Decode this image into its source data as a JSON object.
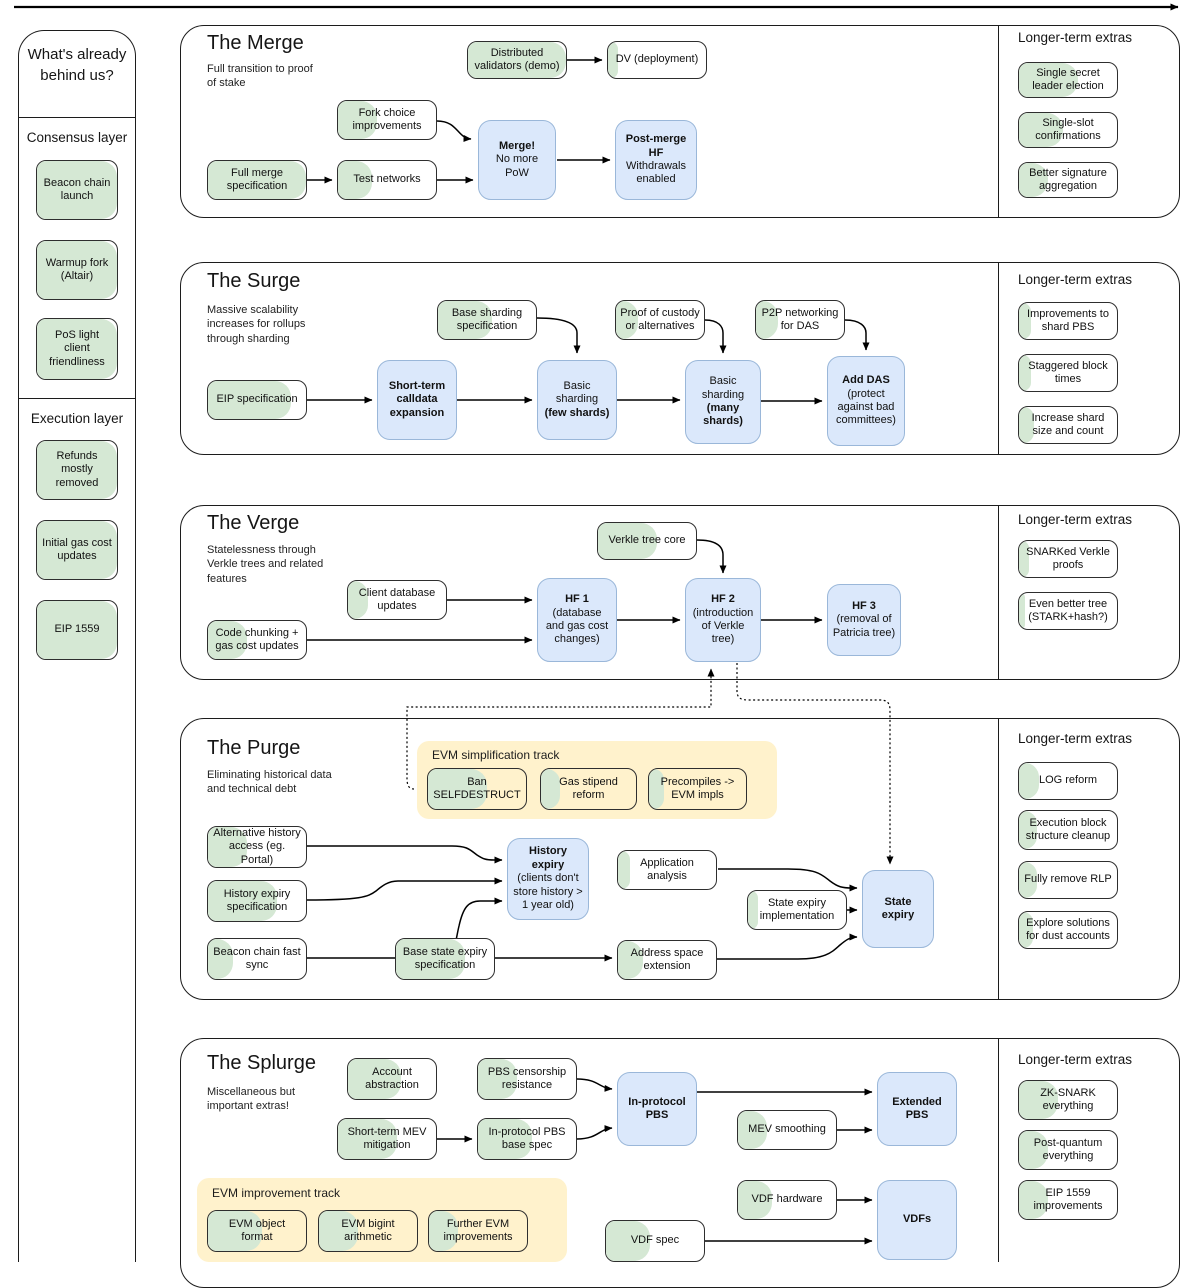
{
  "palette": {
    "green": "#d5e8d4",
    "blue": "#dbe8fb",
    "blue_border": "#9ab7d9",
    "yellow": "#fff2cc",
    "line": "#000000"
  },
  "extras_title": "Longer-term extras",
  "sidebar": {
    "title": "What's already behind us?",
    "consensus_label": "Consensus layer",
    "consensus_items": [
      {
        "label": "Beacon chain launch",
        "progress": 100
      },
      {
        "label": "Warmup fork (Altair)",
        "progress": 100
      },
      {
        "label": "PoS light client friendliness",
        "progress": 100
      }
    ],
    "execution_label": "Execution layer",
    "execution_items": [
      {
        "label": "Refunds mostly removed",
        "progress": 100
      },
      {
        "label": "Initial gas cost updates",
        "progress": 100
      },
      {
        "label": "EIP 1559",
        "progress": 100
      }
    ]
  },
  "merge": {
    "title": "The Merge",
    "subtitle": "Full transition to proof of stake",
    "nodes": {
      "distributed_validators": {
        "label": "Distributed validators (demo)",
        "progress": 100
      },
      "dv_deployment": {
        "label": "DV (deployment)",
        "progress": 10
      },
      "fork_choice": {
        "label": "Fork choice improvements",
        "progress": 40
      },
      "full_merge_spec": {
        "label": "Full merge specification",
        "progress": 100
      },
      "test_networks": {
        "label": "Test networks",
        "progress": 35
      }
    },
    "milestones": {
      "merge": {
        "title": "Merge!",
        "sub": "No more PoW"
      },
      "post_merge_hf": {
        "title": "Post-merge HF",
        "sub": "Withdrawals enabled"
      }
    },
    "extras": [
      {
        "label": "Single secret leader election",
        "progress": 60
      },
      {
        "label": "Single-slot confirmations",
        "progress": 45
      },
      {
        "label": "Better signature aggregation",
        "progress": 30
      }
    ]
  },
  "surge": {
    "title": "The Surge",
    "subtitle": "Massive scalability increases for rollups through sharding",
    "nodes": {
      "eip_spec": {
        "label": "EIP specification",
        "progress": 85
      },
      "base_sharding_spec": {
        "label": "Base sharding specification",
        "progress": 55
      },
      "proof_custody": {
        "label": "Proof of custody or alternatives",
        "progress": 25
      },
      "p2p_das": {
        "label": "P2P networking for DAS",
        "progress": 25
      }
    },
    "milestones": {
      "calldata": {
        "title": "Short-term calldata expansion"
      },
      "few_shards": {
        "pre": "Basic sharding",
        "title": "(few shards)"
      },
      "many_shards": {
        "pre": "Basic sharding",
        "title": "(many shards)"
      },
      "add_das": {
        "title": "Add DAS",
        "sub": "(protect against bad committees)"
      }
    },
    "extras": [
      {
        "label": "Improvements to shard PBS",
        "progress": 12
      },
      {
        "label": "Staggered block times",
        "progress": 12
      },
      {
        "label": "Increase shard size and count",
        "progress": 15
      }
    ]
  },
  "verge": {
    "title": "The Verge",
    "subtitle": "Statelessness through Verkle trees and related features",
    "nodes": {
      "verkle_core": {
        "label": "Verkle tree core",
        "progress": 60
      },
      "client_db": {
        "label": "Client database updates",
        "progress": 20
      },
      "code_chunking": {
        "label": "Code chunking + gas cost updates",
        "progress": 40
      }
    },
    "milestones": {
      "hf1": {
        "title": "HF 1",
        "sub": "(database and gas cost changes)"
      },
      "hf2": {
        "title": "HF 2",
        "sub": "(introduction of Verkle tree)"
      },
      "hf3": {
        "title": "HF 3",
        "sub": "(removal of Patricia tree)"
      }
    },
    "extras": [
      {
        "label": "SNARKed Verkle proofs",
        "progress": 10
      },
      {
        "label": "Even better tree (STARK+hash?)",
        "progress": 6
      }
    ]
  },
  "purge": {
    "title": "The Purge",
    "subtitle": "Eliminating historical data and technical debt",
    "track_label": "EVM simplification track",
    "track_nodes": {
      "ban_selfdestruct": {
        "label": "Ban SELFDESTRUCT",
        "progress": 60
      },
      "gas_stipend": {
        "label": "Gas stipend reform",
        "progress": 20
      },
      "precompiles": {
        "label": "Precompiles -> EVM impls",
        "progress": 15
      }
    },
    "nodes": {
      "alt_history": {
        "label": "Alternative history access (eg. Portal)",
        "progress": 40
      },
      "history_expiry_spec": {
        "label": "History expiry specification",
        "progress": 70
      },
      "beacon_fast_sync": {
        "label": "Beacon chain fast sync",
        "progress": 25
      },
      "base_state_expiry": {
        "label": "Base state expiry specification",
        "progress": 70
      },
      "application_analysis": {
        "label": "Application analysis",
        "progress": 12
      },
      "state_expiry_impl": {
        "label": "State expiry implementation",
        "progress": 10
      },
      "address_space": {
        "label": "Address space extension",
        "progress": 25
      }
    },
    "milestones": {
      "history_expiry": {
        "title": "History expiry",
        "sub": "(clients don't store history > 1 year old)"
      },
      "state_expiry": {
        "title": "State expiry"
      }
    },
    "extras": [
      {
        "label": "LOG reform",
        "progress": 20
      },
      {
        "label": "Execution block structure cleanup",
        "progress": 18
      },
      {
        "label": "Fully remove RLP",
        "progress": 18
      },
      {
        "label": "Explore solutions for dust accounts",
        "progress": 14
      }
    ]
  },
  "splurge": {
    "title": "The Splurge",
    "subtitle": "Miscellaneous but important extras!",
    "track_label": "EVM improvement track",
    "track_nodes": {
      "evm_object": {
        "label": "EVM object format",
        "progress": 55
      },
      "evm_bigint": {
        "label": "EVM bigint arithmetic",
        "progress": 40
      },
      "further_evm": {
        "label": "Further EVM improvements",
        "progress": 30
      }
    },
    "nodes": {
      "account_abstraction": {
        "label": "Account abstraction",
        "progress": 60
      },
      "pbs_censorship": {
        "label": "PBS censorship resistance",
        "progress": 40
      },
      "short_mev": {
        "label": "Short-term MEV mitigation",
        "progress": 60
      },
      "inprotocol_base": {
        "label": "In-protocol PBS base spec",
        "progress": 55
      },
      "mev_smoothing": {
        "label": "MEV smoothing",
        "progress": 30
      },
      "vdf_hardware": {
        "label": "VDF hardware",
        "progress": 35
      },
      "vdf_spec": {
        "label": "VDF spec",
        "progress": 45
      }
    },
    "milestones": {
      "in_pbs": {
        "title": "In-protocol PBS"
      },
      "ext_pbs": {
        "title": "Extended PBS"
      },
      "vdfs": {
        "title": "VDFs"
      }
    },
    "extras": [
      {
        "label": "ZK-SNARK everything",
        "progress": 40
      },
      {
        "label": "Post-quantum everything",
        "progress": 30
      },
      {
        "label": "EIP 1559 improvements",
        "progress": 30
      }
    ]
  }
}
